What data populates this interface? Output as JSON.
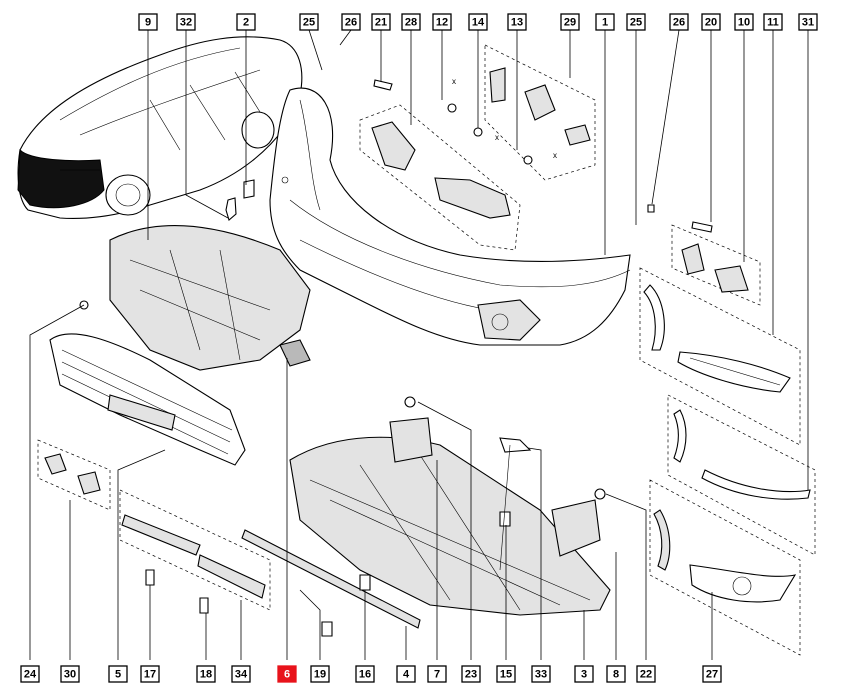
{
  "diagram": {
    "labels": [
      {
        "id": "9",
        "text": "9"
      },
      {
        "id": "32",
        "text": "32"
      },
      {
        "id": "2",
        "text": "2"
      },
      {
        "id": "25a",
        "text": "25"
      },
      {
        "id": "26a",
        "text": "26"
      },
      {
        "id": "21",
        "text": "21"
      },
      {
        "id": "28",
        "text": "28"
      },
      {
        "id": "12",
        "text": "12"
      },
      {
        "id": "14",
        "text": "14"
      },
      {
        "id": "13",
        "text": "13"
      },
      {
        "id": "29",
        "text": "29"
      },
      {
        "id": "1",
        "text": "1"
      },
      {
        "id": "25b",
        "text": "25"
      },
      {
        "id": "26b",
        "text": "26"
      },
      {
        "id": "20",
        "text": "20"
      },
      {
        "id": "10",
        "text": "10"
      },
      {
        "id": "11",
        "text": "11"
      },
      {
        "id": "31",
        "text": "31"
      },
      {
        "id": "24",
        "text": "24"
      },
      {
        "id": "30",
        "text": "30"
      },
      {
        "id": "5",
        "text": "5"
      },
      {
        "id": "17",
        "text": "17"
      },
      {
        "id": "18",
        "text": "18"
      },
      {
        "id": "34",
        "text": "34"
      },
      {
        "id": "6",
        "text": "6",
        "highlight": true
      },
      {
        "id": "19",
        "text": "19"
      },
      {
        "id": "16",
        "text": "16"
      },
      {
        "id": "4",
        "text": "4"
      },
      {
        "id": "7",
        "text": "7"
      },
      {
        "id": "23",
        "text": "23"
      },
      {
        "id": "15",
        "text": "15"
      },
      {
        "id": "33",
        "text": "33"
      },
      {
        "id": "3",
        "text": "3"
      },
      {
        "id": "8",
        "text": "8"
      },
      {
        "id": "22",
        "text": "22"
      },
      {
        "id": "27",
        "text": "27"
      }
    ],
    "highlight_color": "#e8131b",
    "marks": {
      "x": "x"
    }
  }
}
